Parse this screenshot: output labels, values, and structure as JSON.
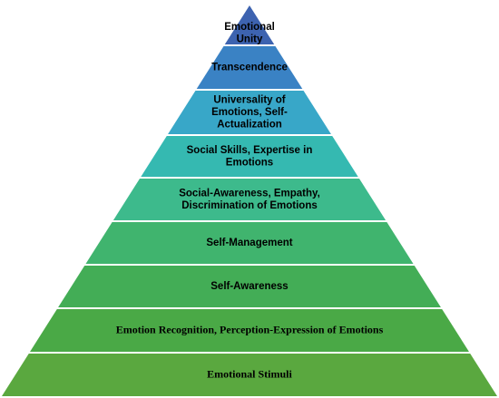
{
  "diagram": {
    "levels": [
      {
        "label": "Emotional Unity",
        "lines": [
          "Emotional",
          "Unity"
        ],
        "color": "#3d63b0"
      },
      {
        "label": "Transcendence",
        "lines": [
          "Transcendence"
        ],
        "color": "#3a82c4"
      },
      {
        "label": "Universality of Emotions, Self-Actualization",
        "lines": [
          "Universality of",
          "Emotions, Self-",
          "Actualization"
        ],
        "color": "#38a7c8"
      },
      {
        "label": "Social Skills, Expertise in Emotions",
        "lines": [
          "Social Skills, Expertise in",
          "Emotions"
        ],
        "color": "#35b9b1"
      },
      {
        "label": "Social-Awareness, Empathy, Discrimination of Emotions",
        "lines": [
          "Social-Awareness, Empathy,",
          "Discrimination of Emotions"
        ],
        "color": "#3dba8c"
      },
      {
        "label": "Self-Management",
        "lines": [
          "Self-Management"
        ],
        "color": "#40b46e"
      },
      {
        "label": "Self-Awareness",
        "lines": [
          "Self-Awareness"
        ],
        "color": "#43ad56"
      },
      {
        "label": "Emotion Recognition, Perception-Expression of Emotions",
        "lines": [
          "Emotion Recognition, Perception-Expression of Emotions"
        ],
        "color": "#4aa946"
      },
      {
        "label": "Emotional Stimuli",
        "lines": [
          "Emotional Stimuli"
        ],
        "color": "#5aa83f"
      }
    ]
  }
}
